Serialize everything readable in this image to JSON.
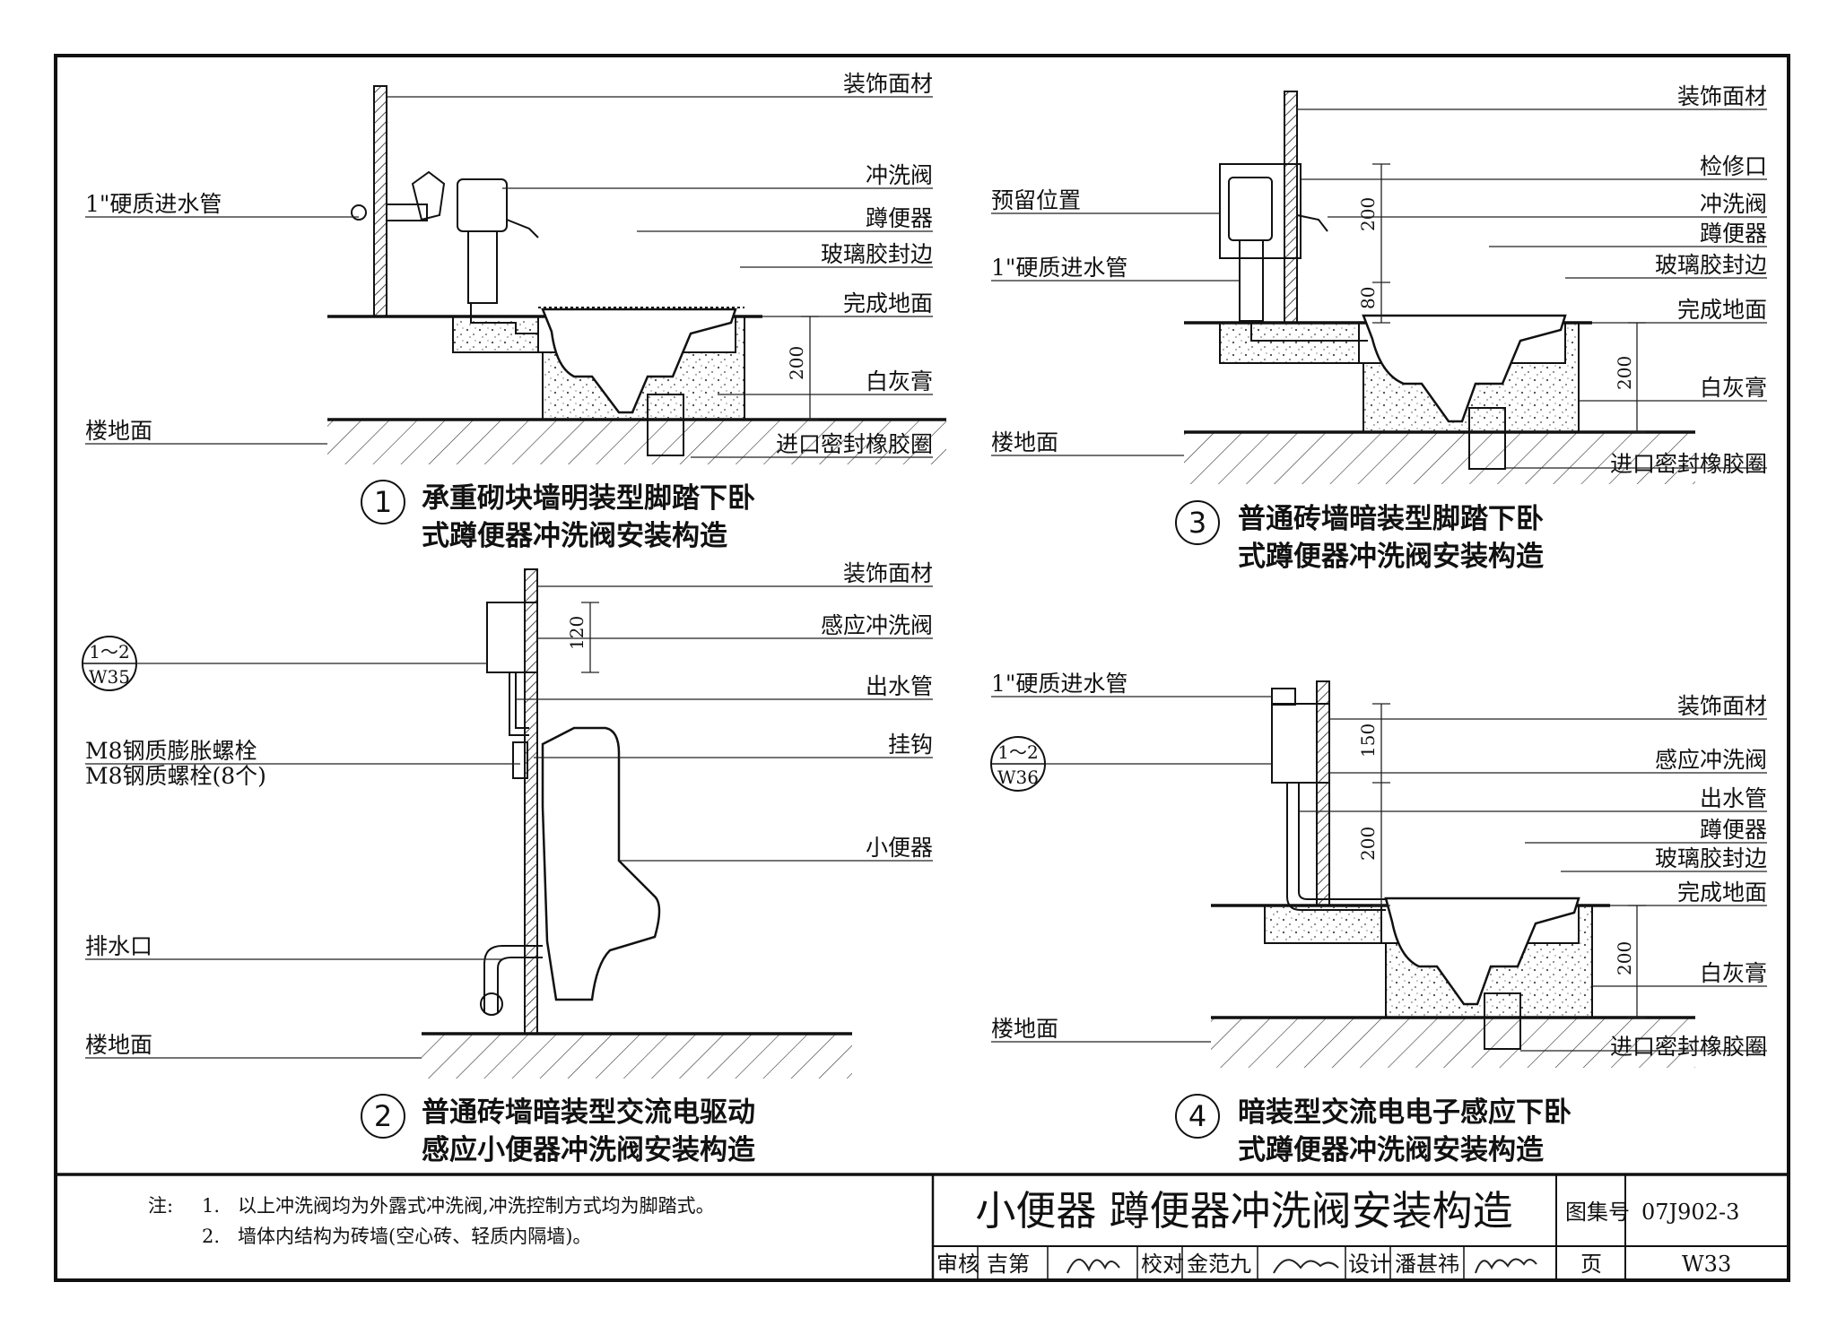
{
  "details": [
    {
      "number": "1",
      "caption_line1": "承重砌块墙明装型脚踏下卧",
      "caption_line2": "式蹲便器冲洗阀安装构造",
      "labels_left": [
        "1\"硬质进水管",
        "楼地面"
      ],
      "labels_right": [
        "装饰面材",
        "冲洗阀",
        "蹲便器",
        "玻璃胶封边",
        "完成地面",
        "白灰膏",
        "进口密封橡胶圈"
      ],
      "dims": [
        "200"
      ]
    },
    {
      "number": "2",
      "caption_line1": "普通砖墙暗装型交流电驱动",
      "caption_line2": "感应小便器冲洗阀安装构造",
      "ref_top": "1～2",
      "ref_bottom": "W35",
      "labels_left": [
        "M8钢质膨胀螺栓",
        "M8钢质螺栓(8个)",
        "排水口",
        "楼地面"
      ],
      "labels_right": [
        "装饰面材",
        "感应冲洗阀",
        "出水管",
        "挂钩",
        "小便器"
      ],
      "dims": [
        "120"
      ]
    },
    {
      "number": "3",
      "caption_line1": "普通砖墙暗装型脚踏下卧",
      "caption_line2": "式蹲便器冲洗阀安装构造",
      "labels_left": [
        "预留位置",
        "1\"硬质进水管",
        "楼地面"
      ],
      "labels_right": [
        "装饰面材",
        "检修口",
        "冲洗阀",
        "蹲便器",
        "玻璃胶封边",
        "完成地面",
        "白灰膏",
        "进口密封橡胶圈"
      ],
      "dims": [
        "200",
        "80",
        "200"
      ]
    },
    {
      "number": "4",
      "caption_line1": "暗装型交流电电子感应下卧",
      "caption_line2": "式蹲便器冲洗阀安装构造",
      "ref_top": "1～2",
      "ref_bottom": "W36",
      "labels_left": [
        "1\"硬质进水管",
        "楼地面"
      ],
      "labels_right": [
        "装饰面材",
        "感应冲洗阀",
        "出水管",
        "蹲便器",
        "玻璃胶封边",
        "完成地面",
        "白灰膏",
        "进口密封橡胶圈"
      ],
      "dims": [
        "150",
        "200",
        "200"
      ]
    }
  ],
  "notes": {
    "prefix": "注:",
    "items": [
      {
        "n": "1.",
        "text": "以上冲洗阀均为外露式冲洗阀,冲洗控制方式均为脚踏式。"
      },
      {
        "n": "2.",
        "text": "墙体内结构为砖墙(空心砖、轻质内隔墙)。"
      }
    ]
  },
  "title_block": {
    "title": "小便器  蹲便器冲洗阀安装构造",
    "atlas_label": "图集号",
    "atlas_value": "07J902-3",
    "review_label": "审核",
    "review_name": "吉第",
    "check_label": "校对",
    "check_name": "金范九",
    "design_label": "设计",
    "design_name": "潘甚祎",
    "page_label": "页",
    "page_value": "W33"
  }
}
